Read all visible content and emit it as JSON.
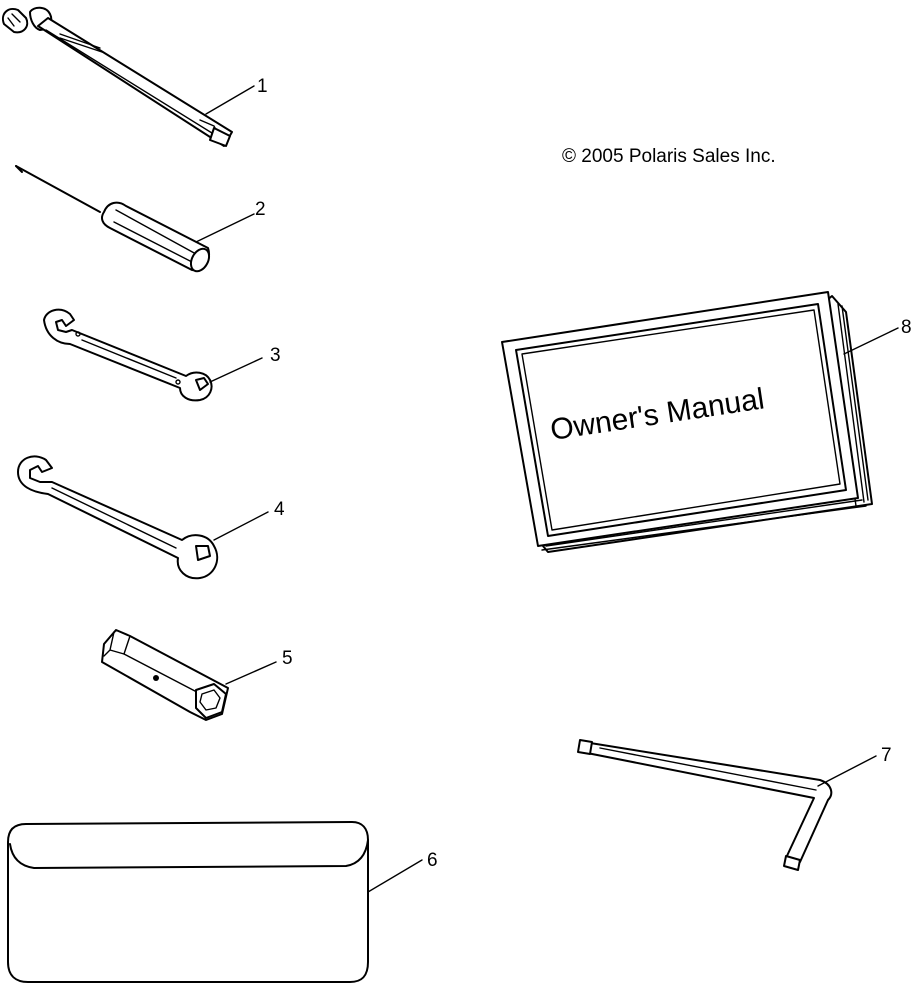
{
  "copyright": "© 2005 Polaris Sales Inc.",
  "manual_cover_text": "Owner's Manual",
  "callouts": [
    {
      "id": "1",
      "label": "1"
    },
    {
      "id": "2",
      "label": "2"
    },
    {
      "id": "3",
      "label": "3"
    },
    {
      "id": "4",
      "label": "4"
    },
    {
      "id": "5",
      "label": "5"
    },
    {
      "id": "6",
      "label": "6"
    },
    {
      "id": "7",
      "label": "7"
    },
    {
      "id": "8",
      "label": "8"
    }
  ]
}
